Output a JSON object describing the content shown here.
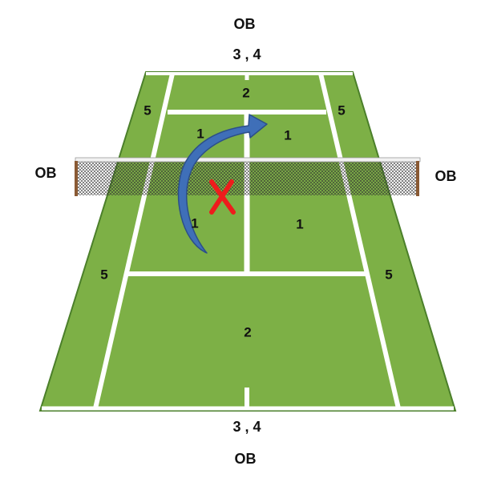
{
  "colors": {
    "court": "#7db046",
    "court_border": "#4b7f2a",
    "lines": "#ffffff",
    "net_tape": "#f2f2f2",
    "net_post": "#8a5a34",
    "arrow_fill": "#3f6fb8",
    "arrow_stroke": "#2c4f8a",
    "mark": "#ee1c1c"
  },
  "labels": {
    "ob_top": "OB",
    "ob_bottom": "OB",
    "ob_left": "OB",
    "ob_right": "OB",
    "baseline_far": "3 , 4",
    "baseline_near": "3 , 4",
    "far_back": "2",
    "near_back": "2",
    "far_alley_left": "5",
    "far_alley_right": "5",
    "near_alley_left": "5",
    "near_alley_right": "5",
    "far_service_left": "1",
    "far_service_right": "1",
    "near_service_left": "1",
    "near_service_right": "1"
  },
  "icons": {
    "shot_path": "curved-arrow-icon",
    "net_contact": "x-mark-icon",
    "net": "tennis-net-icon"
  }
}
